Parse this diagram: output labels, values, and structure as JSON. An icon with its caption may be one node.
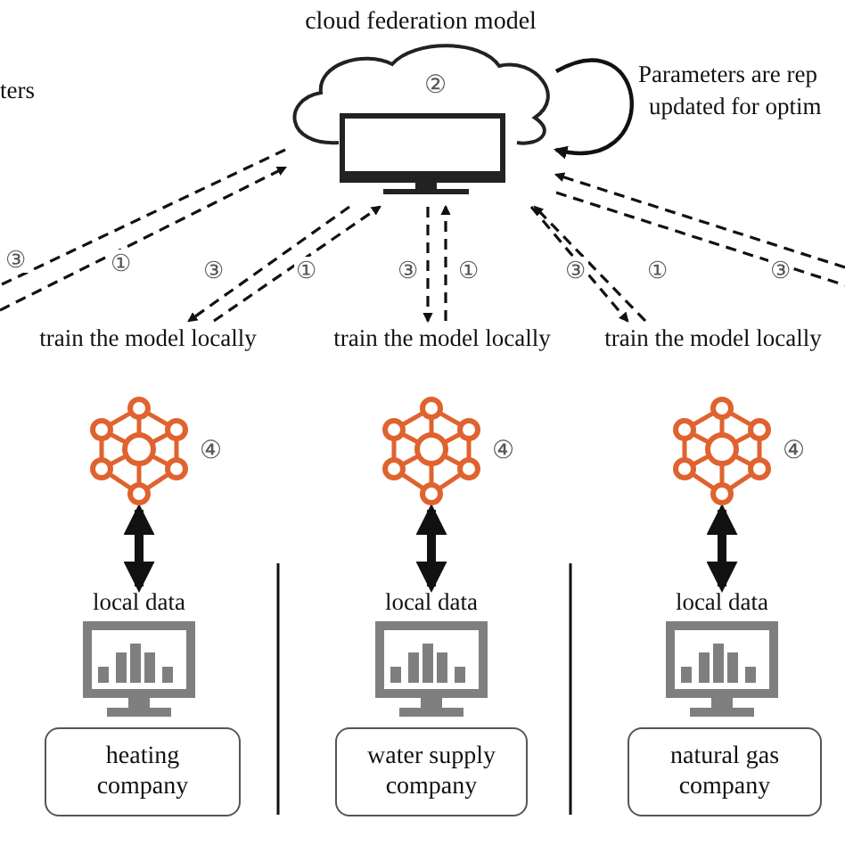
{
  "diagram": {
    "nodes": [
      {
        "text": [
          "cloud federation model",
          "②"
        ]
      },
      {
        "text": [
          "train the model locally"
        ]
      },
      {
        "text": [
          "train the model locally"
        ]
      },
      {
        "text": [
          "train the model locally"
        ]
      },
      {
        "text": [],
        "shape": "picture",
        "beside": [
          "④"
        ]
      },
      {
        "text": [
          "local data"
        ]
      },
      {
        "text": [
          "heating company"
        ]
      },
      {
        "text": [],
        "shape": "picture",
        "beside": [
          "④"
        ]
      },
      {
        "text": [
          "local data"
        ]
      },
      {
        "text": [
          "water supply company"
        ]
      },
      {
        "text": [],
        "shape": "picture",
        "beside": [
          "④"
        ]
      },
      {
        "text": [
          "local data"
        ]
      },
      {
        "text": [
          "natural gas company"
        ]
      }
    ],
    "edges": [
      {
        "from": 0,
        "to": null,
        "arrow": "none",
        "style": "dashed",
        "label": "③"
      },
      {
        "from": null,
        "to": 0,
        "arrow": "to",
        "style": "dashed",
        "label": "①"
      },
      {
        "from": 0,
        "to": 1,
        "arrow": "to",
        "style": "dashed",
        "label": "③"
      },
      {
        "from": 1,
        "to": 0,
        "arrow": "to",
        "style": "dashed",
        "label": "①"
      },
      {
        "from": 0,
        "to": 2,
        "arrow": "to",
        "style": "dashed",
        "label": "③"
      },
      {
        "from": 2,
        "to": 0,
        "arrow": "to",
        "style": "dashed",
        "label": "①"
      },
      {
        "from": 0,
        "to": 3,
        "arrow": "to",
        "style": "dashed",
        "label": "③"
      },
      {
        "from": 3,
        "to": 0,
        "arrow": "to",
        "style": "dashed",
        "label": "①"
      },
      {
        "from": null,
        "to": 0,
        "arrow": "to",
        "style": "dashed"
      },
      {
        "from": 0,
        "to": null,
        "arrow": "none",
        "style": "dashed",
        "label": "③"
      },
      {
        "from": 0,
        "to": 0,
        "arrow": "to"
      },
      {
        "from": 4,
        "to": 5,
        "arrow": "both",
        "style": "thick"
      },
      {
        "from": 7,
        "to": 8,
        "arrow": "both",
        "style": "thick"
      },
      {
        "from": 10,
        "to": 11,
        "arrow": "both",
        "style": "thick"
      }
    ],
    "labels": [
      "ters",
      "Parameters are rep",
      "updated for optim"
    ]
  }
}
